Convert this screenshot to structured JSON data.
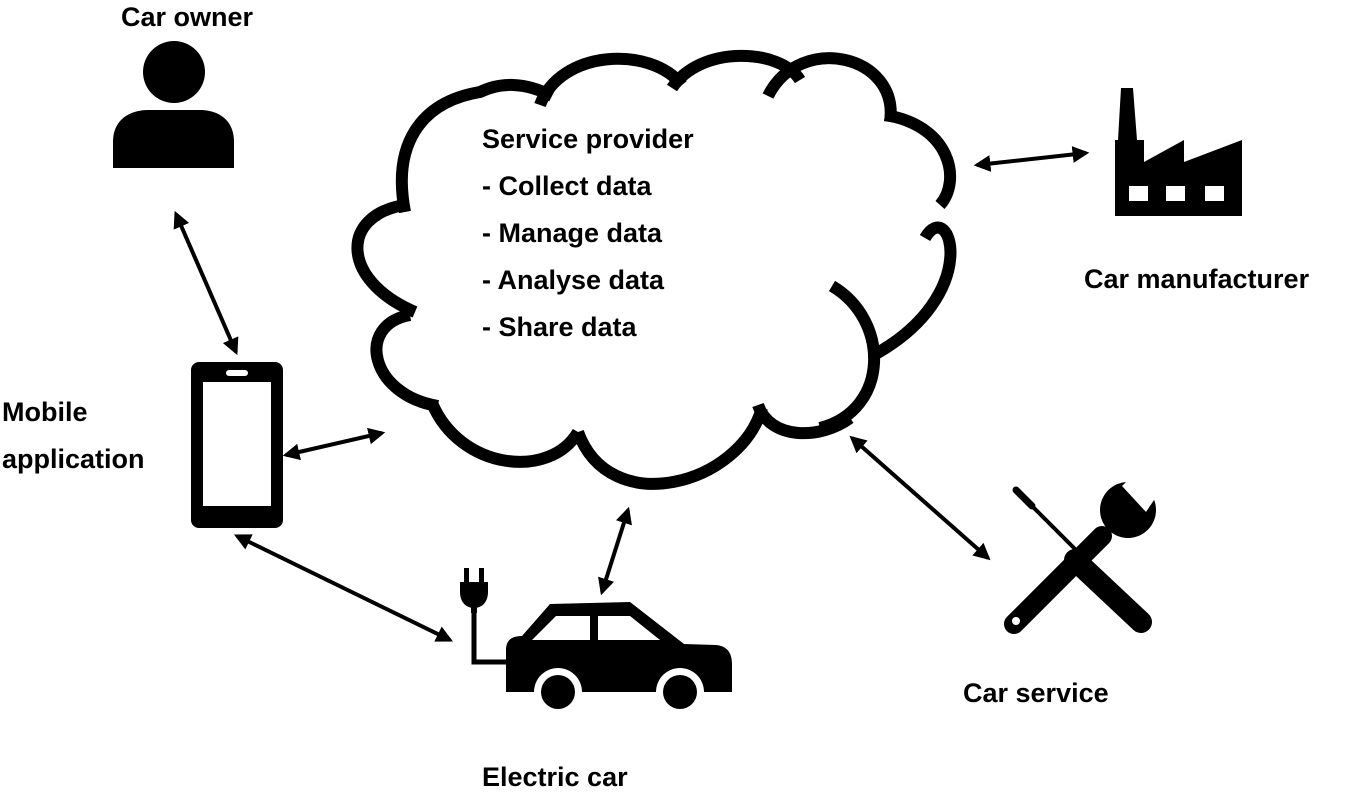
{
  "colors": {
    "foreground": "#000000",
    "background": "#ffffff"
  },
  "nodes": {
    "car_owner": {
      "label": "Car owner",
      "icon": "person-icon"
    },
    "mobile_app": {
      "label_line1": "Mobile",
      "label_line2": "application",
      "icon": "smartphone-icon"
    },
    "service_provider": {
      "title": "Service provider",
      "items": [
        "- Collect data",
        "- Manage data",
        "- Analyse data",
        "- Share data"
      ],
      "icon": "cloud-icon"
    },
    "car_manufacturer": {
      "label": "Car manufacturer",
      "icon": "factory-icon"
    },
    "electric_car": {
      "label": "Electric car",
      "icon": "electric-car-icon"
    },
    "car_service": {
      "label": "Car service",
      "icon": "tools-icon"
    }
  },
  "connections": [
    {
      "from": "Car owner",
      "to": "Mobile application",
      "direction": "bidirectional"
    },
    {
      "from": "Mobile application",
      "to": "Service provider",
      "direction": "bidirectional"
    },
    {
      "from": "Mobile application",
      "to": "Electric car",
      "direction": "bidirectional"
    },
    {
      "from": "Electric car",
      "to": "Service provider",
      "direction": "bidirectional"
    },
    {
      "from": "Service provider",
      "to": "Car manufacturer",
      "direction": "bidirectional"
    },
    {
      "from": "Service provider",
      "to": "Car service",
      "direction": "bidirectional"
    }
  ]
}
